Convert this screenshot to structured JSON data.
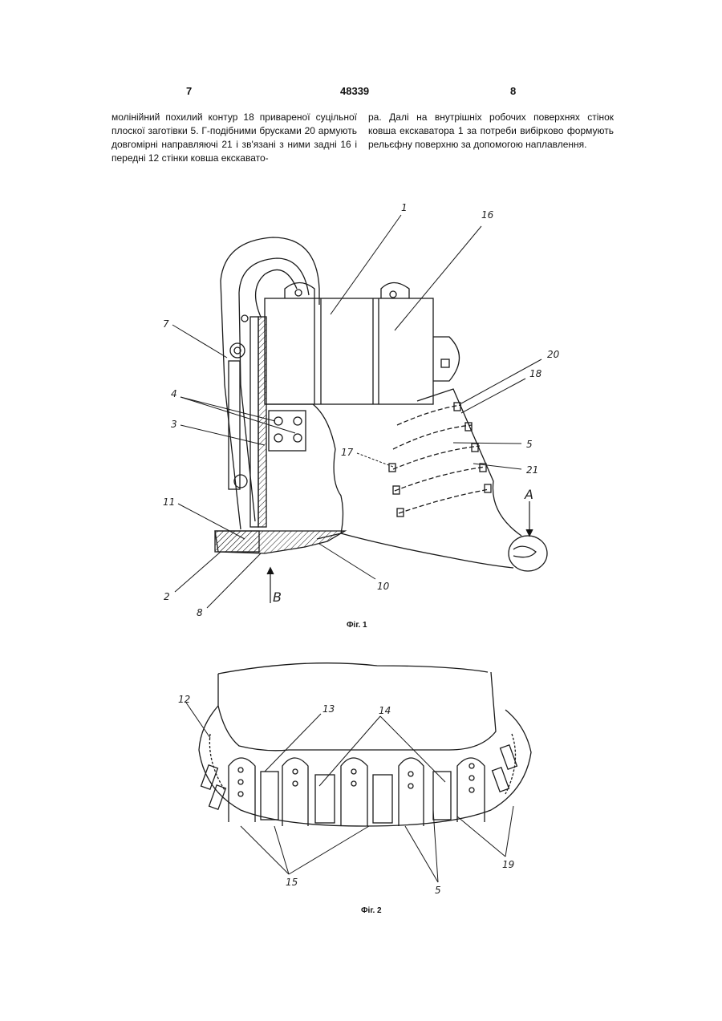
{
  "header": {
    "left_page": "7",
    "patent_number": "48339",
    "right_page": "8"
  },
  "text": {
    "left_column": "молінійний похилий контур 18 привареної суцільної плоскої заготівки 5. Г-подібними брусками 20 армують довгомірні направляючі 21 і зв'язані з ними задні 16 і передні 12 стінки ковша екскавато-",
    "right_column": "ра. Далі на внутрішніх робочих поверхнях стінок ковша екскаватора 1 за потреби вибірково формують рельєфну поверхню за допомогою наплавлення."
  },
  "figure1": {
    "caption": "Фіг. 1",
    "labels": {
      "l1": "1",
      "l16": "16",
      "l7": "7",
      "l4": "4",
      "l3": "3",
      "l20": "20",
      "l18": "18",
      "l5": "5",
      "l17": "17",
      "l21": "21",
      "l11": "11",
      "lA": "A",
      "l2": "2",
      "l8": "8",
      "lB": "B",
      "l10": "10"
    }
  },
  "figure2": {
    "caption": "Фіг. 2",
    "labels": {
      "l12": "12",
      "l13": "13",
      "l14": "14",
      "l15": "15",
      "l5": "5",
      "l19": "19"
    }
  }
}
